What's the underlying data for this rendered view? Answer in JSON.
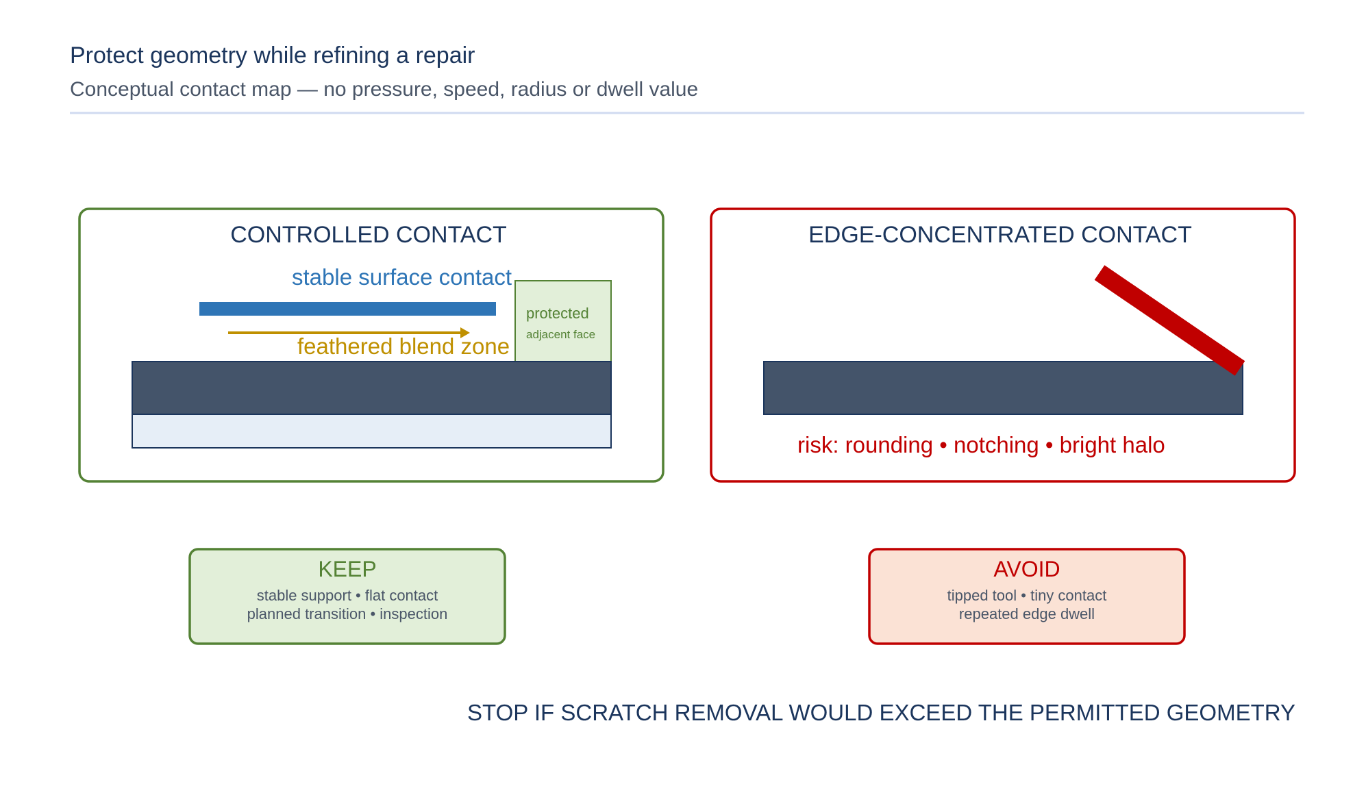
{
  "header": {
    "title": "Protect geometry while refining a repair",
    "subtitle": "Conceptual contact map — no pressure, speed, radius or dwell value"
  },
  "left_panel": {
    "heading": "CONTROLLED CONTACT",
    "surface_label": "stable surface contact",
    "blend_label": "feathered blend zone",
    "protected_title": "protected",
    "protected_subtitle": "adjacent face"
  },
  "right_panel": {
    "heading": "EDGE-CONCENTRATED CONTACT",
    "risk_label": "risk: rounding • notching • bright halo"
  },
  "keep_box": {
    "title": "KEEP",
    "line1": "stable support • flat contact",
    "line2": "planned transition • inspection"
  },
  "avoid_box": {
    "title": "AVOID",
    "line1": "tipped tool • tiny contact",
    "line2": "repeated edge dwell"
  },
  "footer": {
    "stop_note": "STOP IF SCRATCH REMOVAL WOULD EXCEED THE PERMITTED GEOMETRY"
  },
  "colors": {
    "navy_text": "#1b355c",
    "slate_text": "#4a5668",
    "green": "#548235",
    "green_fill": "#e2efd9",
    "red": "#c00000",
    "red_fill": "#fbe2d5",
    "blue": "#2e75b6",
    "gold": "#bf9000",
    "part_dark": "#44546a",
    "part_light": "#e6eef7",
    "rule": "#d0daf0"
  }
}
